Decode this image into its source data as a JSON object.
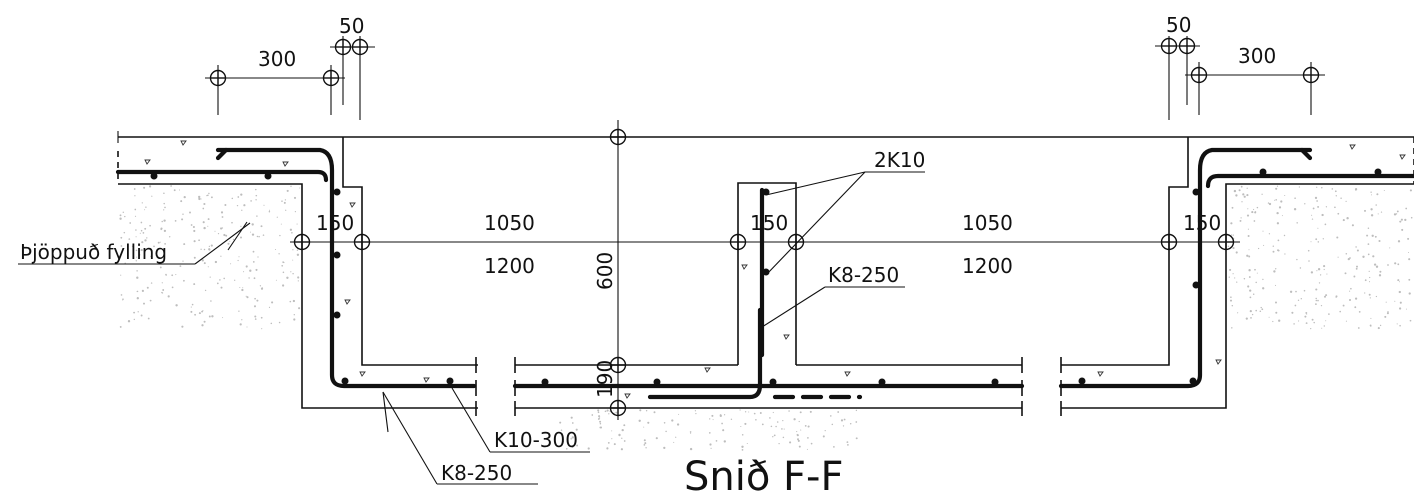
{
  "title": "Snið F-F",
  "dimensions": {
    "left_50": "50",
    "left_300": "300",
    "right_50": "50",
    "right_300": "300",
    "left_150": "150",
    "left_1050": "1050",
    "left_1200": "1200",
    "center_150": "150",
    "right_1050": "1050",
    "right_1200": "1200",
    "right_150": "150",
    "height_600": "600",
    "slab_190": "190"
  },
  "labels": {
    "fill": "Þjöppuð fylling",
    "rebar_2k10": "2K10",
    "rebar_k8_250_mid": "K8-250",
    "rebar_k10_300": "K10-300",
    "rebar_k8_250_bottom": "K8-250"
  }
}
